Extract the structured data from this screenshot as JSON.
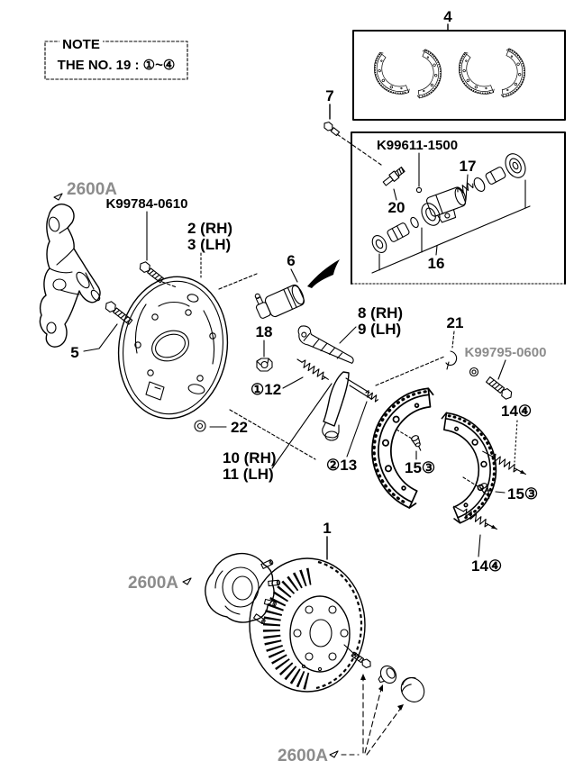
{
  "note": {
    "title": "NOTE",
    "text": "THE NO. 19 : ①~④"
  },
  "callouts": {
    "c1": "1",
    "c4": "4",
    "c5": "5",
    "c6": "6",
    "c7": "7",
    "c16": "16",
    "c17": "17",
    "c18": "18",
    "c20": "20",
    "c21": "21",
    "c22": "22",
    "c2": "2 (RH)",
    "c3": "3 (LH)",
    "c8": "8 (RH)",
    "c9": "9 (LH)",
    "c10": "10 (RH)",
    "c11": "11 (LH)",
    "c12": "①12",
    "c13": "②13",
    "c14": "14④",
    "c15": "15③"
  },
  "part_codes": {
    "wheel_cylinder_kit": "K99611-1500",
    "backing_plate_bolt": "K99784-0610",
    "shoe_set_bolt": "K99795-0600"
  },
  "ref_label": "2600A",
  "colors": {
    "line": "#000000",
    "ref_gray": "#8c8c8c"
  }
}
